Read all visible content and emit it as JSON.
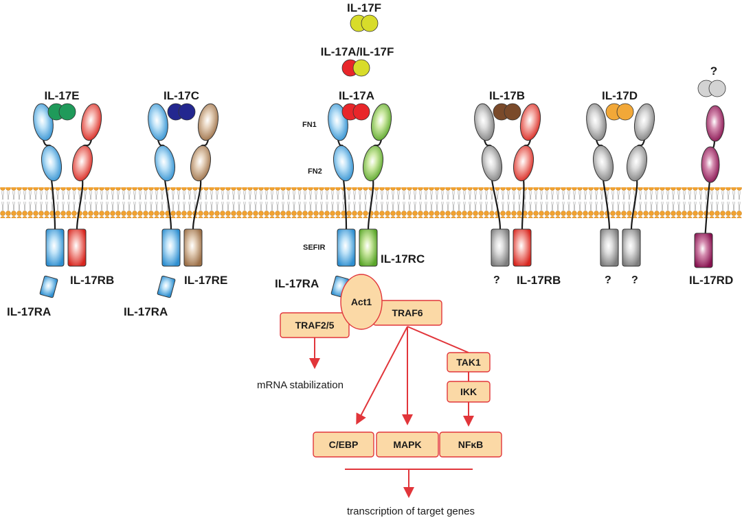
{
  "colors": {
    "blue": "#3fa2e0",
    "red": "#e8433a",
    "brown": "#b48c64",
    "green": "#7dc242",
    "gray": "#a9a9a9",
    "magenta": "#9b1b5e",
    "membrane": "#f0a22a",
    "box_fill": "#fbd9a6",
    "box_stroke": "#e1353a",
    "arrow": "#e1353a"
  },
  "ligands": {
    "il17f": {
      "label": "IL-17F",
      "colors": [
        "#d8dc2a",
        "#d8dc2a"
      ]
    },
    "il17af": {
      "label": "IL-17A/IL-17F",
      "colors": [
        "#e8262a",
        "#d8dc2a"
      ]
    },
    "il17a": {
      "label": "IL-17A",
      "colors": [
        "#e8262a",
        "#e8262a"
      ]
    },
    "il17e": {
      "label": "IL-17E",
      "colors": [
        "#1f9a5a",
        "#1f9a5a"
      ]
    },
    "il17c": {
      "label": "IL-17C",
      "colors": [
        "#23278f",
        "#23278f"
      ]
    },
    "il17b": {
      "label": "IL-17B",
      "colors": [
        "#7a4a2a",
        "#7a4a2a"
      ]
    },
    "il17d": {
      "label": "IL-17D",
      "colors": [
        "#f2a838",
        "#f2a838"
      ]
    },
    "unknown": {
      "label": "?",
      "colors": [
        "#d3d3d3",
        "#d3d3d3"
      ]
    }
  },
  "domains": {
    "fn1": "FN1",
    "fn2": "FN2",
    "sefir": "SEFIR"
  },
  "receptors": {
    "e_left": "IL-17RA",
    "e_right": "IL-17RB",
    "c_left": "IL-17RA",
    "c_right": "IL-17RE",
    "a_left": "IL-17RA",
    "a_right": "IL-17RC",
    "b_left": "?",
    "b_right": "IL-17RB",
    "d_left": "?",
    "d_right": "?",
    "rd": "IL-17RD"
  },
  "signaling": {
    "act1": "Act1",
    "traf6": "TRAF6",
    "traf25": "TRAF2/5",
    "tak1": "TAK1",
    "ikk": "IKK",
    "cebp": "C/EBP",
    "mapk": "MAPK",
    "nfkb": "NFκB",
    "mrna": "mRNA stabilization",
    "transcription": "transcription of target genes"
  }
}
